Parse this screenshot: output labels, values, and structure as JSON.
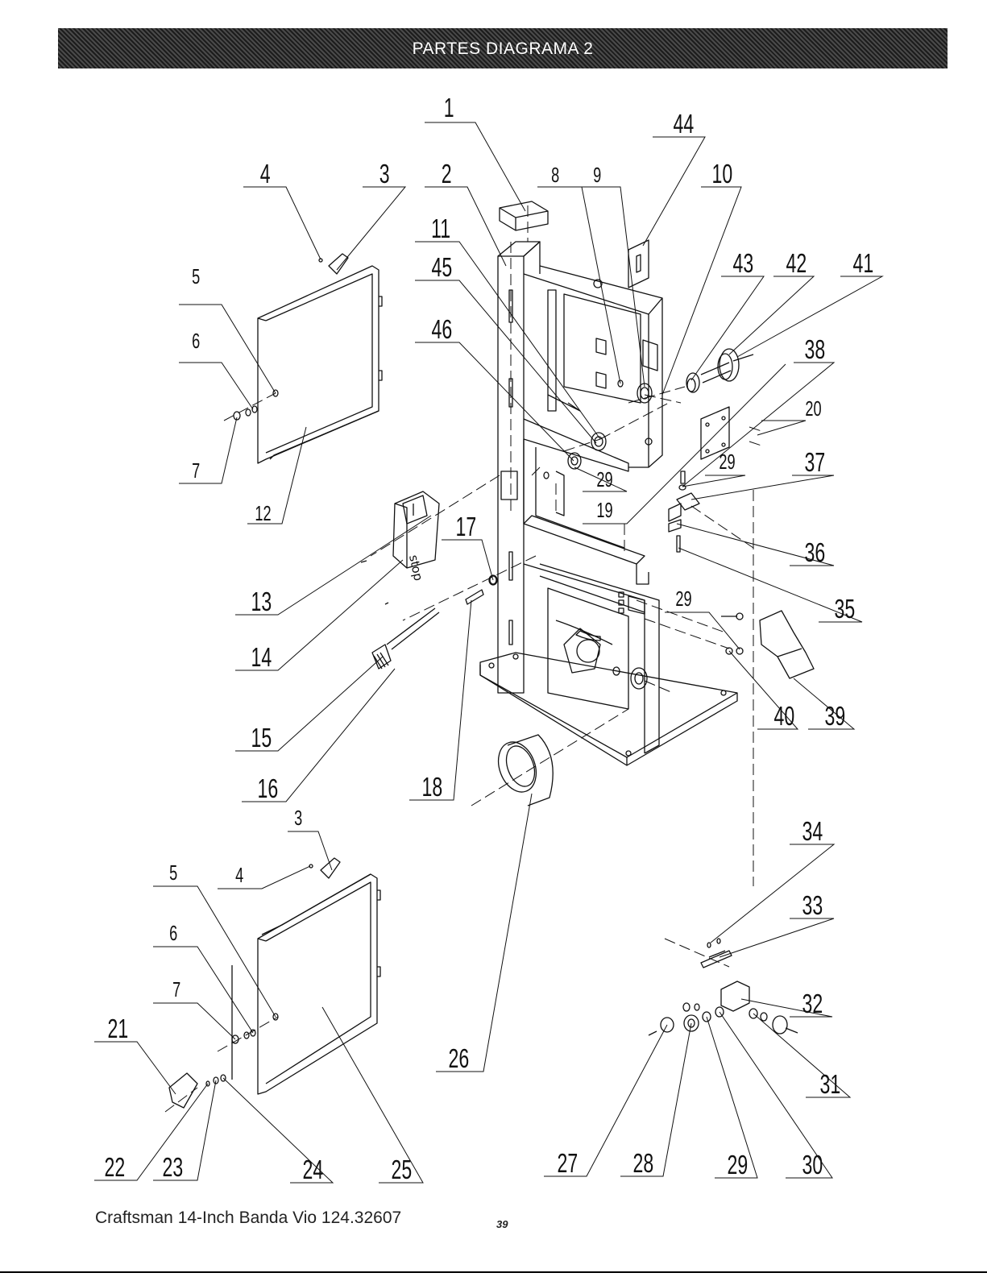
{
  "header": {
    "title": "PARTES DIAGRAMA 2"
  },
  "footer": {
    "text": "Craftsman 14-Inch Banda Vio 124.32607",
    "page": "39"
  },
  "callouts": [
    {
      "n": "1"
    },
    {
      "n": "2"
    },
    {
      "n": "3"
    },
    {
      "n": "4"
    },
    {
      "n": "5"
    },
    {
      "n": "6"
    },
    {
      "n": "7"
    },
    {
      "n": "8"
    },
    {
      "n": "9"
    },
    {
      "n": "10"
    },
    {
      "n": "11"
    },
    {
      "n": "12"
    },
    {
      "n": "13"
    },
    {
      "n": "14"
    },
    {
      "n": "15"
    },
    {
      "n": "16"
    },
    {
      "n": "17"
    },
    {
      "n": "18"
    },
    {
      "n": "19"
    },
    {
      "n": "20"
    },
    {
      "n": "29"
    },
    {
      "n": "29"
    },
    {
      "n": "36"
    },
    {
      "n": "37"
    },
    {
      "n": "38"
    },
    {
      "n": "41"
    },
    {
      "n": "42"
    },
    {
      "n": "43"
    },
    {
      "n": "44"
    },
    {
      "n": "45"
    },
    {
      "n": "46"
    },
    {
      "n": "35"
    },
    {
      "n": "29"
    },
    {
      "n": "40"
    },
    {
      "n": "39"
    },
    {
      "n": "3"
    },
    {
      "n": "4"
    },
    {
      "n": "5"
    },
    {
      "n": "6"
    },
    {
      "n": "7"
    },
    {
      "n": "21"
    },
    {
      "n": "22"
    },
    {
      "n": "23"
    },
    {
      "n": "24"
    },
    {
      "n": "25"
    },
    {
      "n": "26"
    },
    {
      "n": "27"
    },
    {
      "n": "28"
    },
    {
      "n": "29"
    },
    {
      "n": "30"
    },
    {
      "n": "31"
    },
    {
      "n": "32"
    },
    {
      "n": "33"
    },
    {
      "n": "34"
    }
  ],
  "parts": {
    "switch_text": "stop"
  }
}
